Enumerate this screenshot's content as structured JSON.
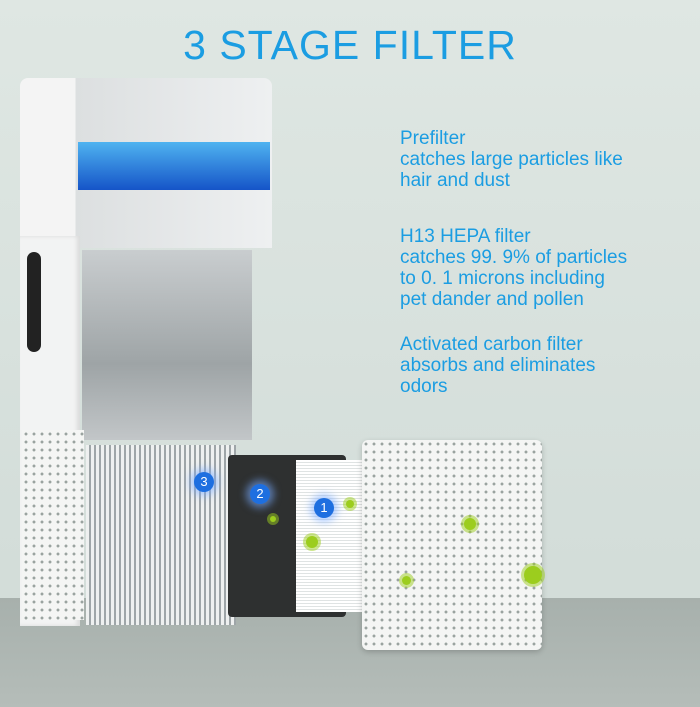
{
  "title": "3 STAGE FILTER",
  "stages": [
    {
      "name": "Prefilter",
      "desc": "catches large particles like\nhair and dust"
    },
    {
      "name": "H13 HEPA filter",
      "desc": "catches 99. 9% of particles\nto 0. 1 microns including\npet dander and pollen"
    },
    {
      "name": "Activated carbon filter",
      "desc": "absorbs and eliminates\nodors"
    }
  ],
  "badges": [
    "3",
    "2",
    "1"
  ],
  "colors": {
    "accent": "#1b9de2",
    "badge": "#1e6fe0",
    "germ": "#9ccd1e"
  }
}
